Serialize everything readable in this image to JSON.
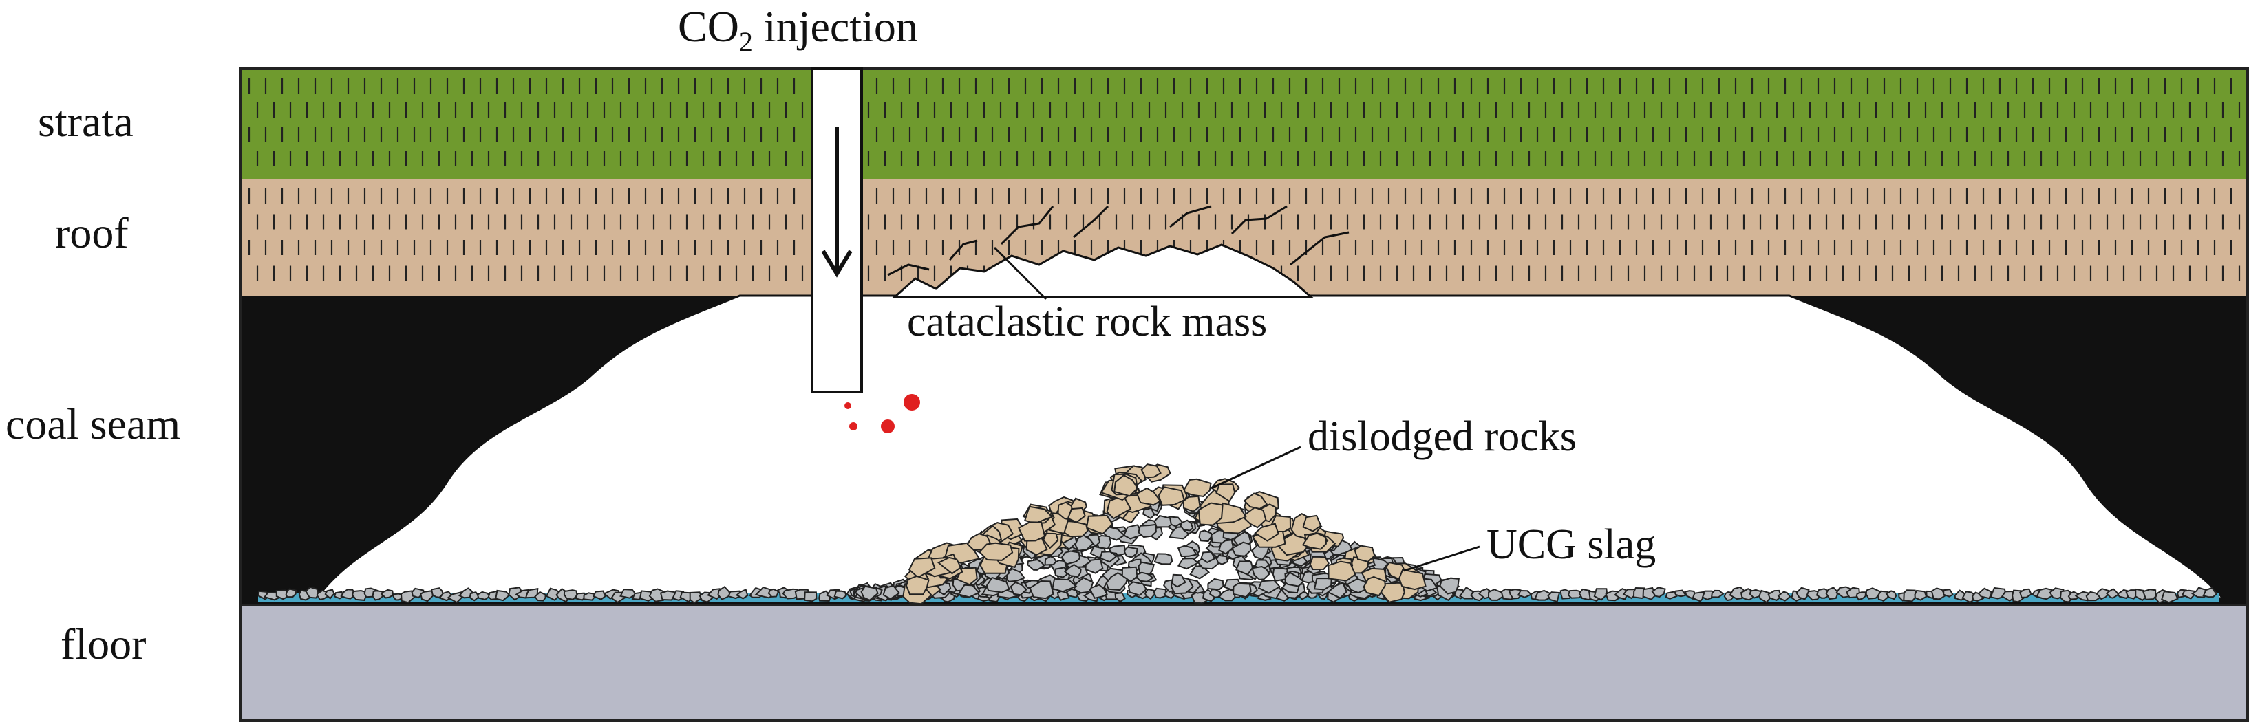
{
  "title": {
    "prefix": "CO",
    "subscript": "2",
    "suffix": " injection"
  },
  "layers": {
    "strata": "strata",
    "roof": "roof",
    "coal_seam": "coal seam",
    "floor": "floor"
  },
  "annotations": {
    "cataclastic": "cataclastic rock mass",
    "dislodged": "dislodged rocks",
    "slag": "UCG slag"
  },
  "colors": {
    "strata": "#6f9a2e",
    "roof": "#d3b597",
    "coal": "#111111",
    "cavity": "#ffffff",
    "floor": "#b8bac8",
    "water": "#4aa6c4",
    "dislodged_rock": "#d9c3a2",
    "slag": "#b7babd",
    "co2_bubble": "#e02020"
  },
  "icons": {
    "injection_arrow": "down-arrow-icon",
    "bubbles": "co2-bubble-icon"
  }
}
